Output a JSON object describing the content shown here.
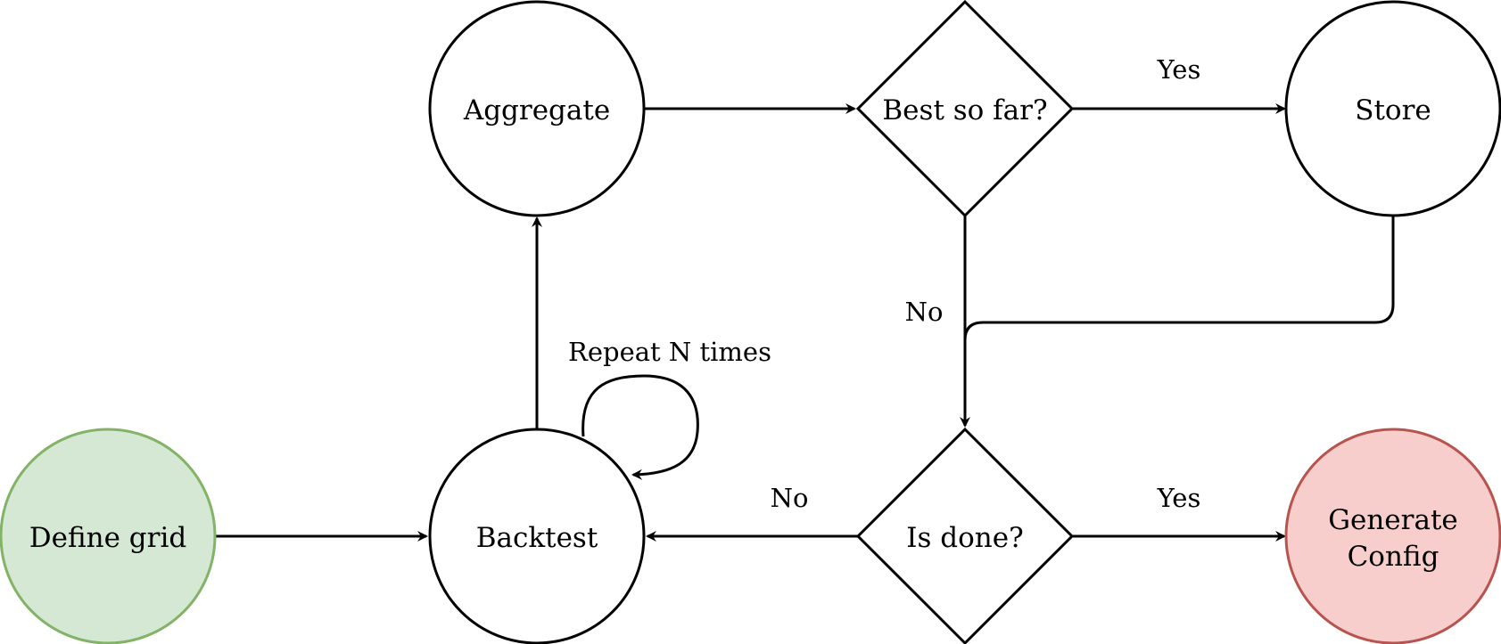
{
  "nodes": {
    "define_grid": {
      "label": "Define grid",
      "fill": "#d5e8d4",
      "stroke": "#82b366"
    },
    "backtest": {
      "label": "Backtest"
    },
    "aggregate": {
      "label": "Aggregate"
    },
    "best_so_far": {
      "label": "Best so far?"
    },
    "store": {
      "label": "Store"
    },
    "is_done": {
      "label": "Is done?"
    },
    "generate_config": {
      "label_line1": "Generate",
      "label_line2": "Config",
      "fill": "#f8cecc",
      "stroke": "#b85450"
    }
  },
  "edge_labels": {
    "best_yes": "Yes",
    "best_no": "No",
    "repeat": "Repeat N times",
    "done_no": "No",
    "done_yes": "Yes"
  }
}
